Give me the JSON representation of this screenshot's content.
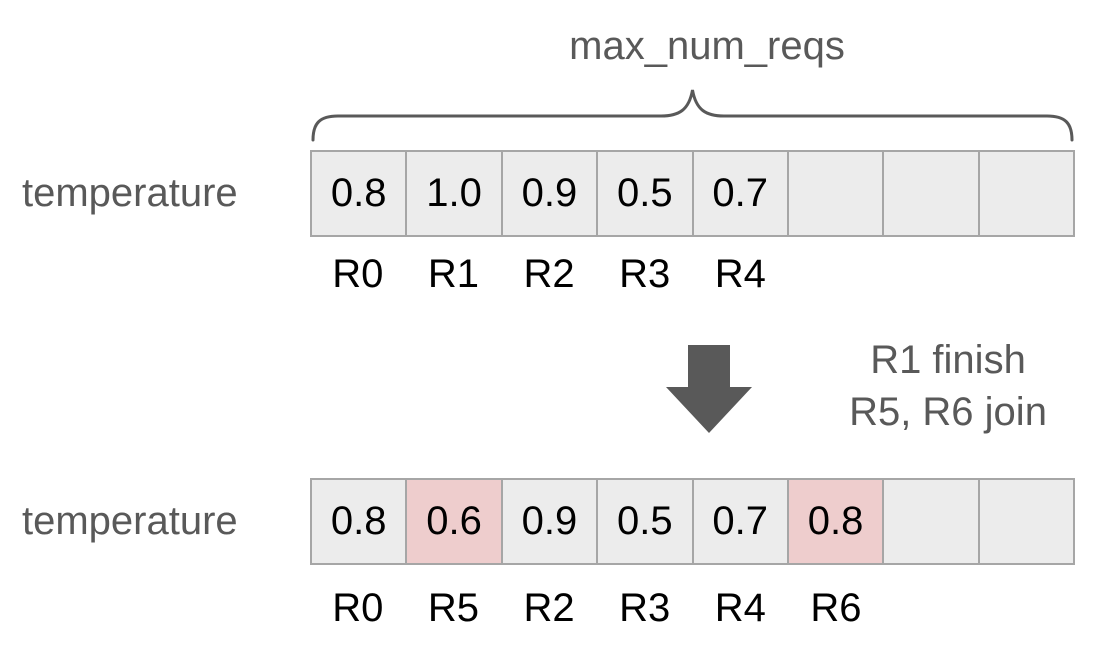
{
  "colors": {
    "cell_fill": "#ececec",
    "cell_border": "#a6a6a6",
    "highlight_fill": "#eecdcd",
    "text_gray": "#595959",
    "text_black": "#000000"
  },
  "brace_label": "max_num_reqs",
  "transition": {
    "line1": "R1 finish",
    "line2": "R5, R6 join"
  },
  "arrays": [
    {
      "row_label": "temperature",
      "cells": [
        {
          "value": "0.8",
          "highlight": false,
          "tag": "R0"
        },
        {
          "value": "1.0",
          "highlight": false,
          "tag": "R1"
        },
        {
          "value": "0.9",
          "highlight": false,
          "tag": "R2"
        },
        {
          "value": "0.5",
          "highlight": false,
          "tag": "R3"
        },
        {
          "value": "0.7",
          "highlight": false,
          "tag": "R4"
        },
        {
          "value": "",
          "highlight": false,
          "tag": ""
        },
        {
          "value": "",
          "highlight": false,
          "tag": ""
        },
        {
          "value": "",
          "highlight": false,
          "tag": ""
        }
      ]
    },
    {
      "row_label": "temperature",
      "cells": [
        {
          "value": "0.8",
          "highlight": false,
          "tag": "R0"
        },
        {
          "value": "0.6",
          "highlight": true,
          "tag": "R5"
        },
        {
          "value": "0.9",
          "highlight": false,
          "tag": "R2"
        },
        {
          "value": "0.5",
          "highlight": false,
          "tag": "R3"
        },
        {
          "value": "0.7",
          "highlight": false,
          "tag": "R4"
        },
        {
          "value": "0.8",
          "highlight": true,
          "tag": "R6"
        },
        {
          "value": "",
          "highlight": false,
          "tag": ""
        },
        {
          "value": "",
          "highlight": false,
          "tag": ""
        }
      ]
    }
  ]
}
